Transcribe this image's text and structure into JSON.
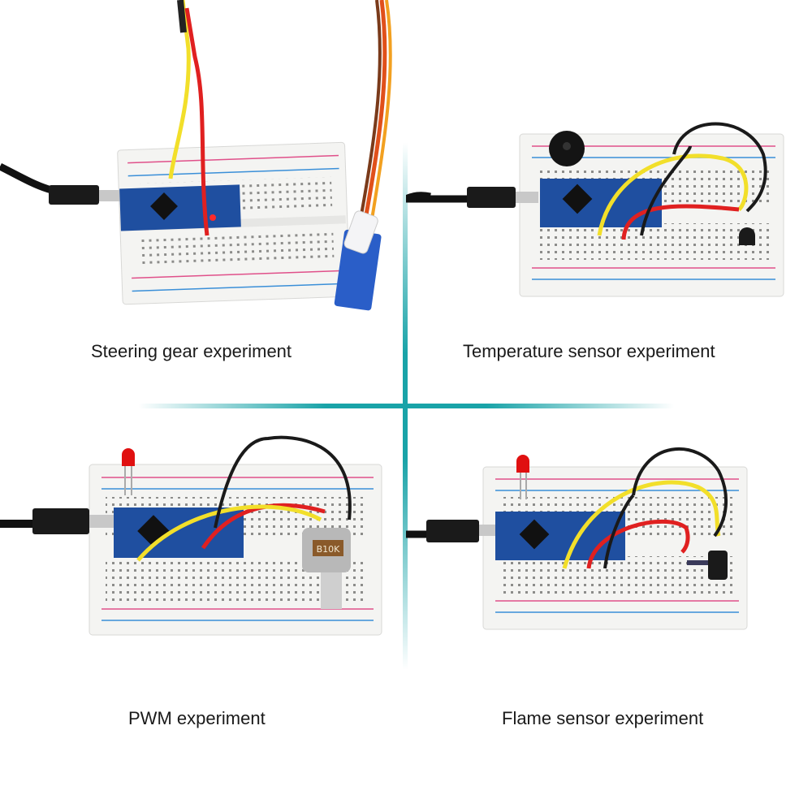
{
  "captions": {
    "top_left": "Steering gear experiment",
    "top_right": "Temperature sensor experiment",
    "bottom_left": "PWM experiment",
    "bottom_right": "Flame sensor experiment"
  },
  "potentiometer_label": "B10K",
  "colors": {
    "divider": "#19a3a8",
    "breadboard": "#f4f4f2",
    "rail_red": "#e0508a",
    "rail_blue": "#3a8fd8",
    "board_blue": "#1f4fa0",
    "wire_yellow": "#f2df2a",
    "wire_red": "#e02020",
    "wire_black": "#1a1a1a",
    "servo_blue": "#2a5ec8"
  }
}
